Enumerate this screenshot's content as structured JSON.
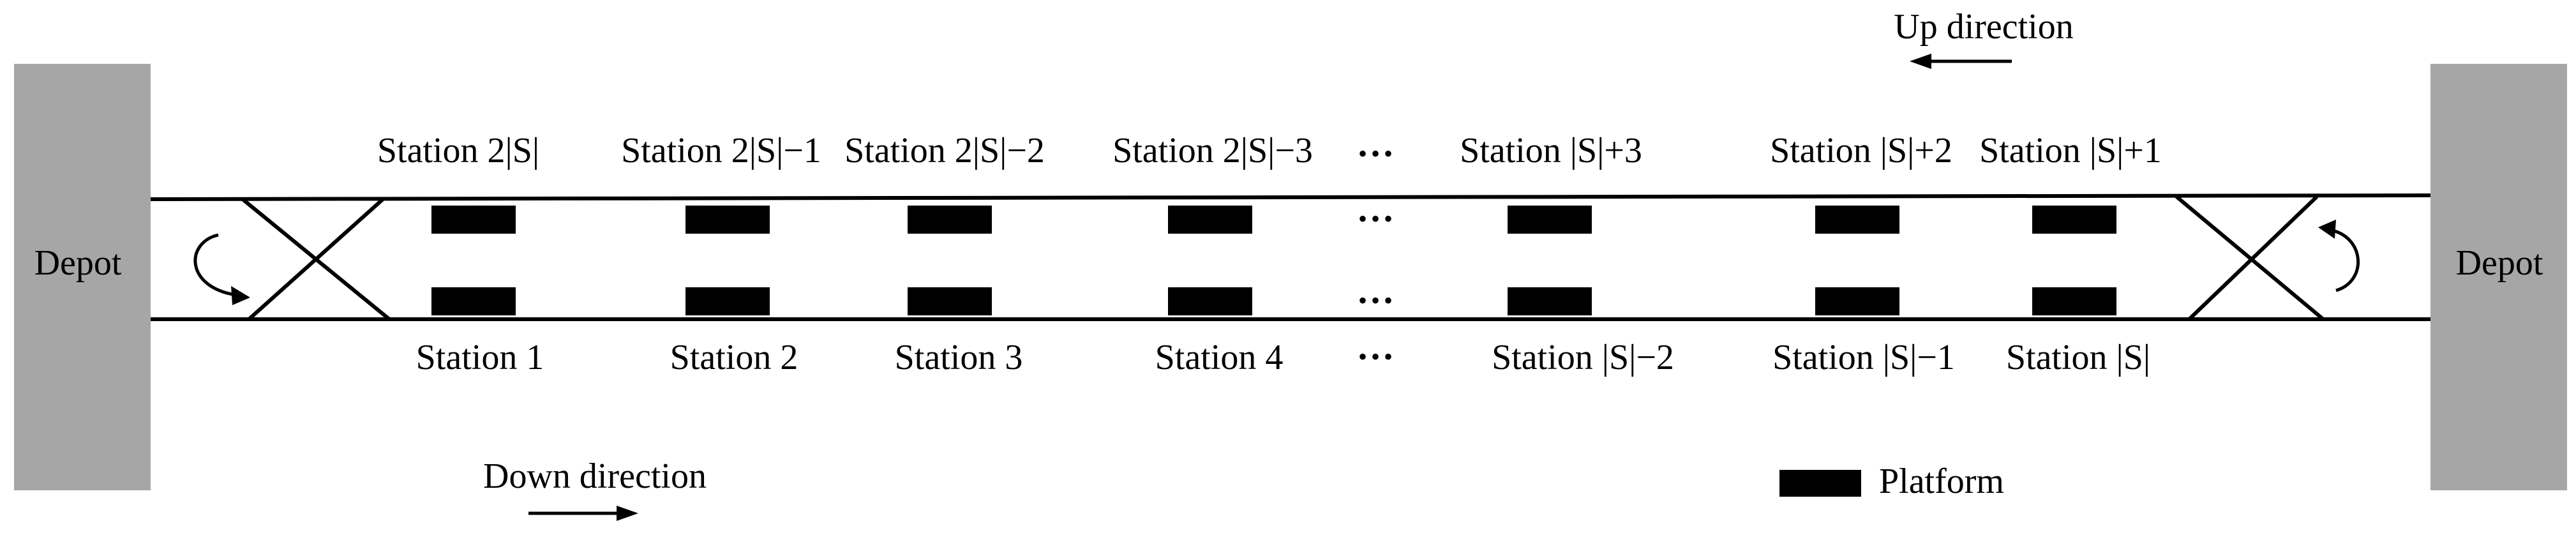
{
  "depots": {
    "left_label": "Depot",
    "right_label": "Depot"
  },
  "directions": {
    "up_label": "Up direction",
    "down_label": "Down direction"
  },
  "stations_up": [
    "Station 2|S|",
    "Station 2|S|−1",
    "Station 2|S|−2",
    "Station 2|S|−3",
    "Station |S|+3",
    "Station |S|+2",
    "Station |S|+1"
  ],
  "stations_down": [
    "Station 1",
    "Station 2",
    "Station 3",
    "Station 4",
    "Station |S|−2",
    "Station |S|−1",
    "Station |S|"
  ],
  "ellipsis": "•••",
  "legend": {
    "platform_label": "Platform"
  },
  "colors": {
    "depot_fill": "#a6a6a6",
    "line": "#000000",
    "platform": "#000000"
  }
}
